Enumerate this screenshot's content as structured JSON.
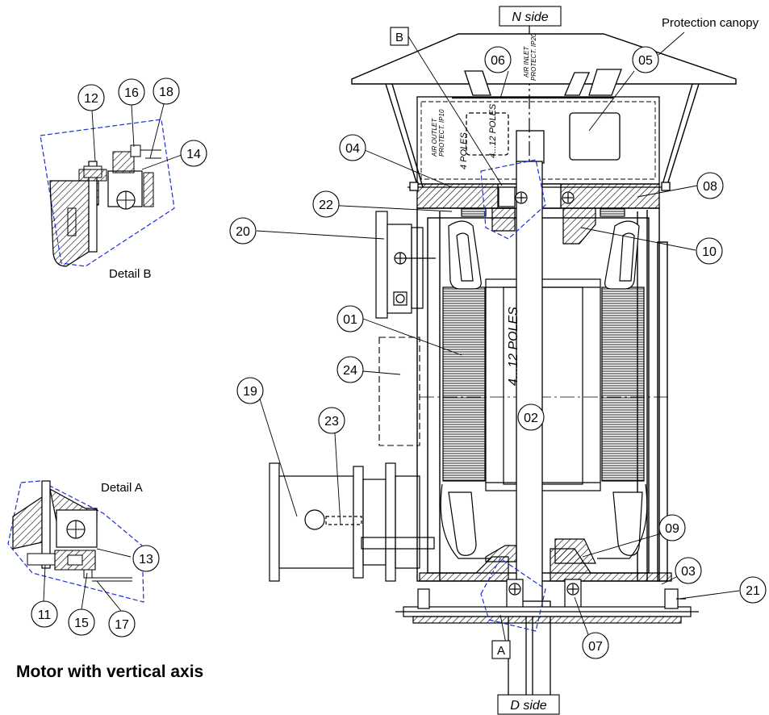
{
  "title": "Motor with vertical axis",
  "labels": {
    "n_side": "N side",
    "d_side": "D side",
    "canopy": "Protection canopy",
    "detail_a": "Detail A",
    "detail_b": "Detail B",
    "box_a": "A",
    "box_b": "B",
    "air_inlet": "AIR INLET",
    "air_inlet_protect": "PROTECT. IP20",
    "air_outlet": "AIR OUTLET",
    "air_outlet_protect": "PROTECT. IP10",
    "poles_4_12_top": "4...12 POLES",
    "poles_4": "4 POLES",
    "poles_4_12_rotor": "4...12 POLES"
  },
  "callouts": {
    "c01": "01",
    "c02": "02",
    "c03": "03",
    "c04": "04",
    "c05": "05",
    "c06": "06",
    "c07": "07",
    "c08": "08",
    "c09": "09",
    "c10": "10",
    "c11": "11",
    "c12": "12",
    "c13": "13",
    "c14": "14",
    "c15": "15",
    "c16": "16",
    "c17": "17",
    "c18": "18",
    "c19": "19",
    "c20": "20",
    "c21": "21",
    "c22": "22",
    "c23": "23",
    "c24": "24"
  },
  "colors": {
    "line": "#000000",
    "detail_boundary": "#1a2fd6",
    "background": "#ffffff"
  }
}
